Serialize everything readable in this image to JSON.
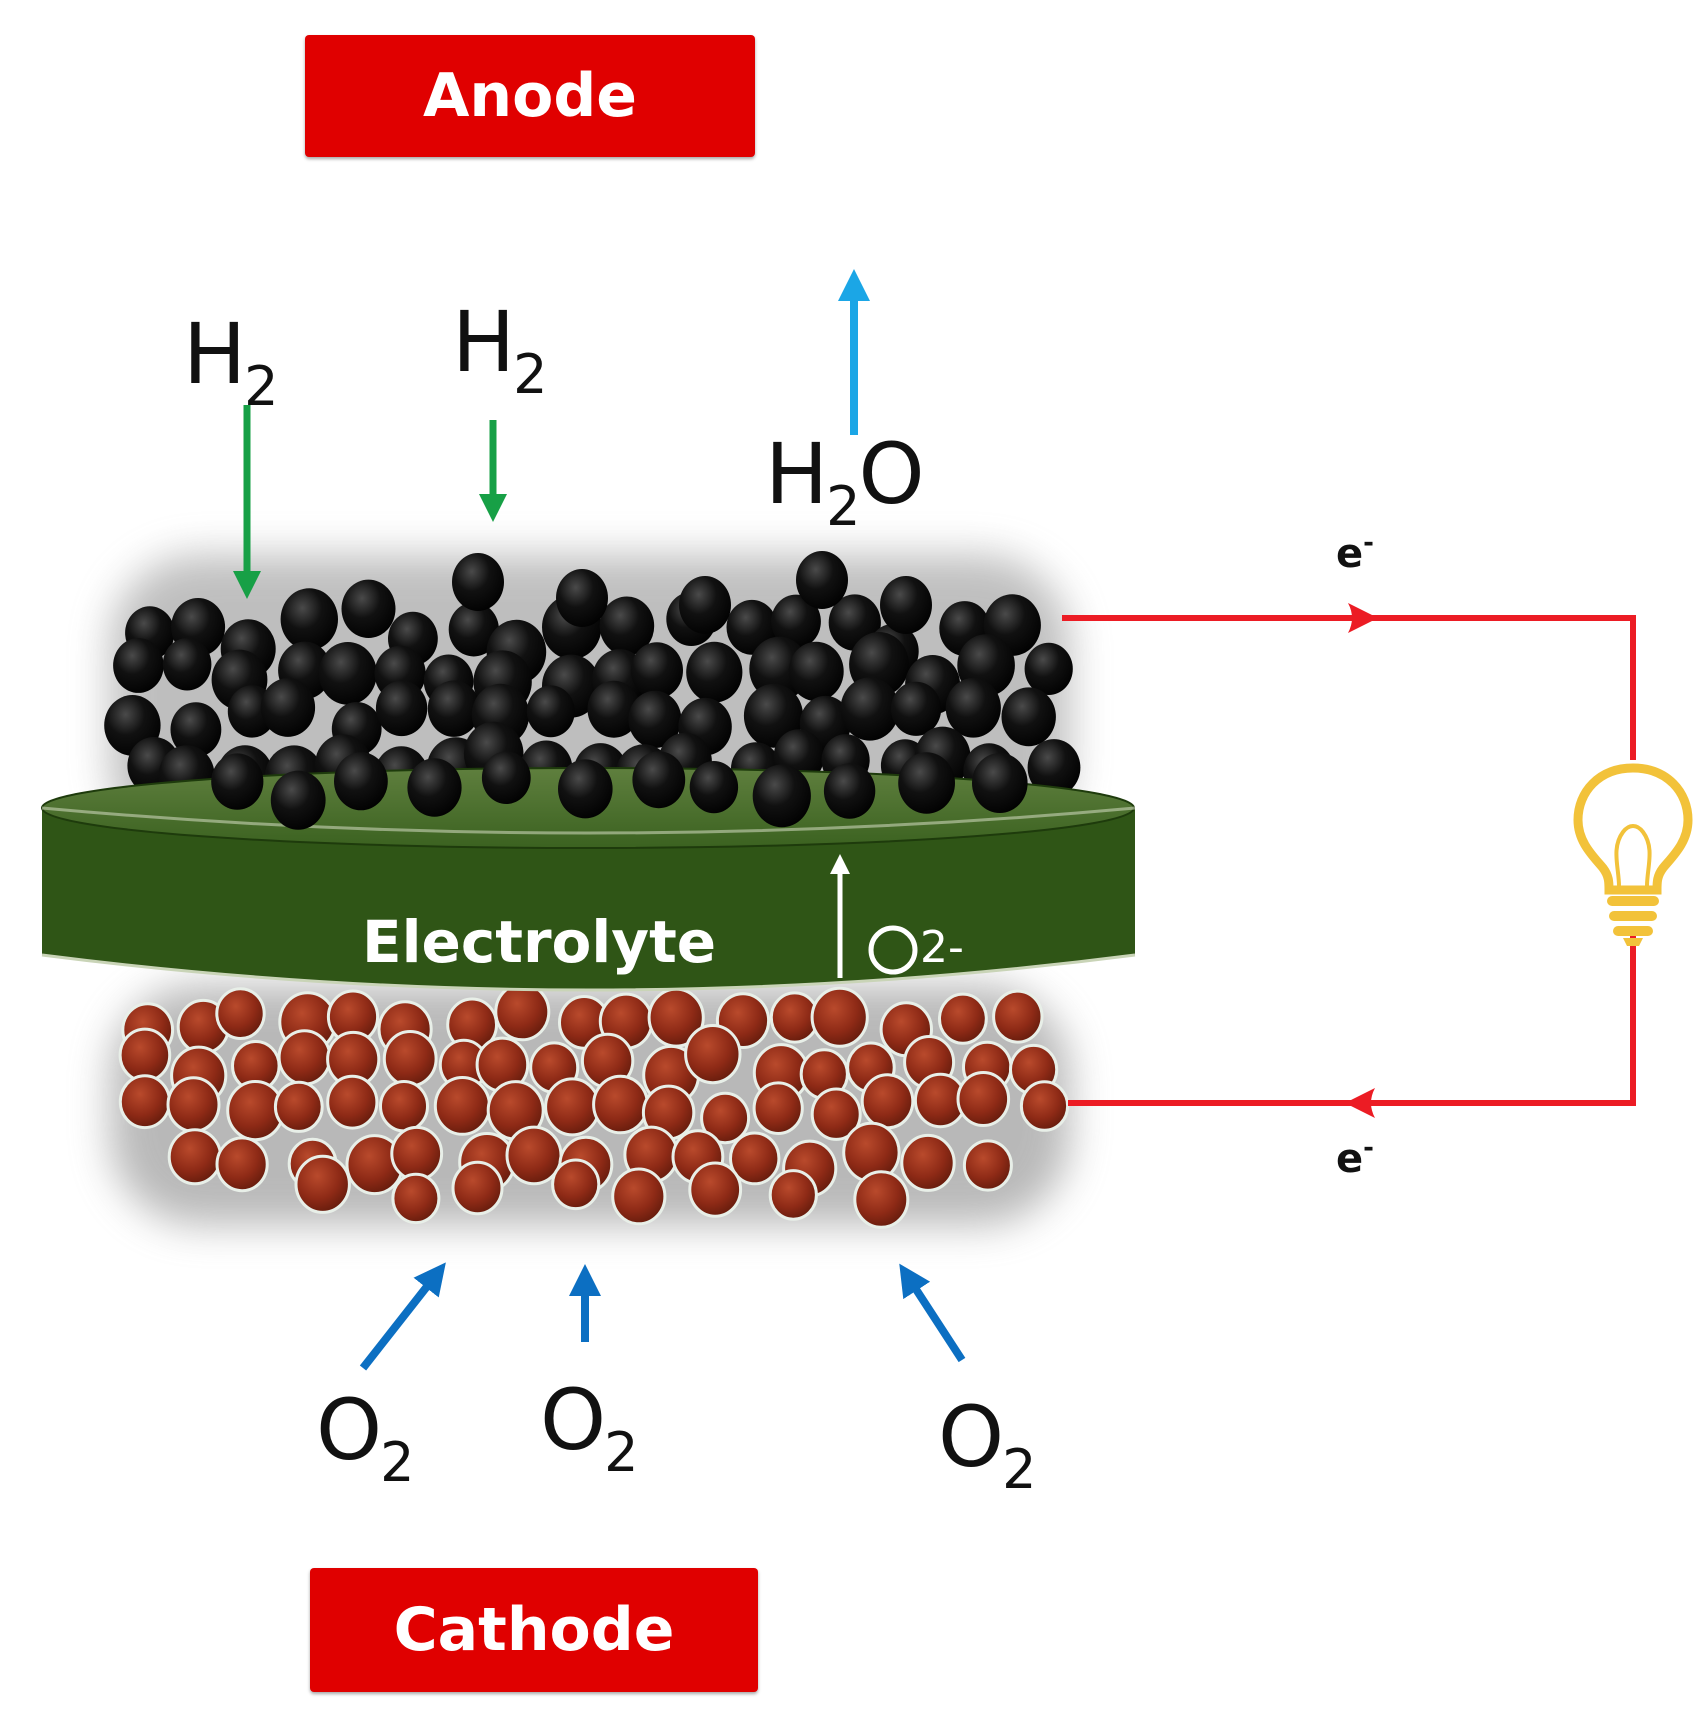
{
  "banners": {
    "anode": "Anode",
    "cathode": "Cathode"
  },
  "inputs": {
    "fuel": {
      "symbol": "H",
      "subscript": "2"
    },
    "oxidant": {
      "symbol": "O",
      "subscript": "2"
    }
  },
  "output": {
    "symbol_a": "H",
    "subscript": "2",
    "symbol_b": "O"
  },
  "electrolyte": {
    "label": "Electrolyte",
    "ion": "O",
    "ion_charge": "2-"
  },
  "electrons": {
    "symbol": "e",
    "charge": "-"
  },
  "colors": {
    "banner": "#e00000",
    "electrolyte": "#2f5516",
    "anode_particles": "#0a0a0a",
    "cathode_particles": "#8e2a16",
    "fuel_arrow": "#17a046",
    "water_arrow": "#1ba6e6",
    "oxygen_arrow": "#0c6fc2",
    "circuit": "#ec1c24",
    "bulb": "#f2c23a"
  },
  "icons": {
    "load": "light-bulb-icon"
  }
}
